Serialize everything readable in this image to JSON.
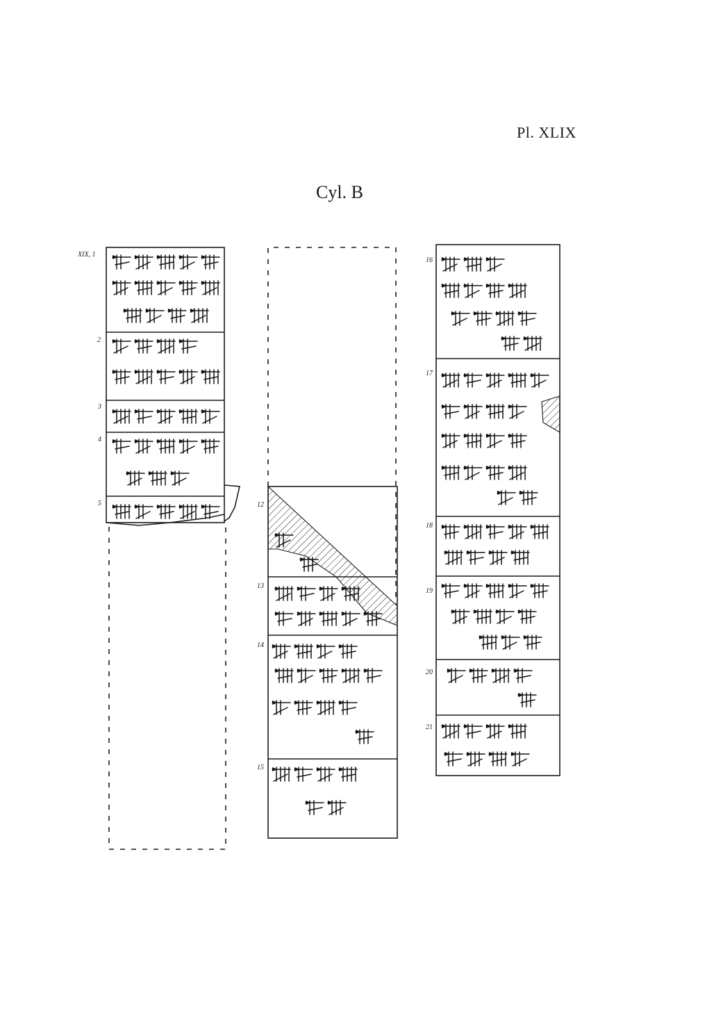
{
  "plate": {
    "label": "Pl. XLIX"
  },
  "title": "Cyl. B",
  "line_numbers": {
    "col1": [
      "XIX, 1",
      "2",
      "3",
      "4",
      "5"
    ],
    "col2": [
      "12",
      "13",
      "14",
      "15"
    ],
    "col3": [
      "16",
      "17",
      "18",
      "19",
      "20",
      "21"
    ]
  }
}
